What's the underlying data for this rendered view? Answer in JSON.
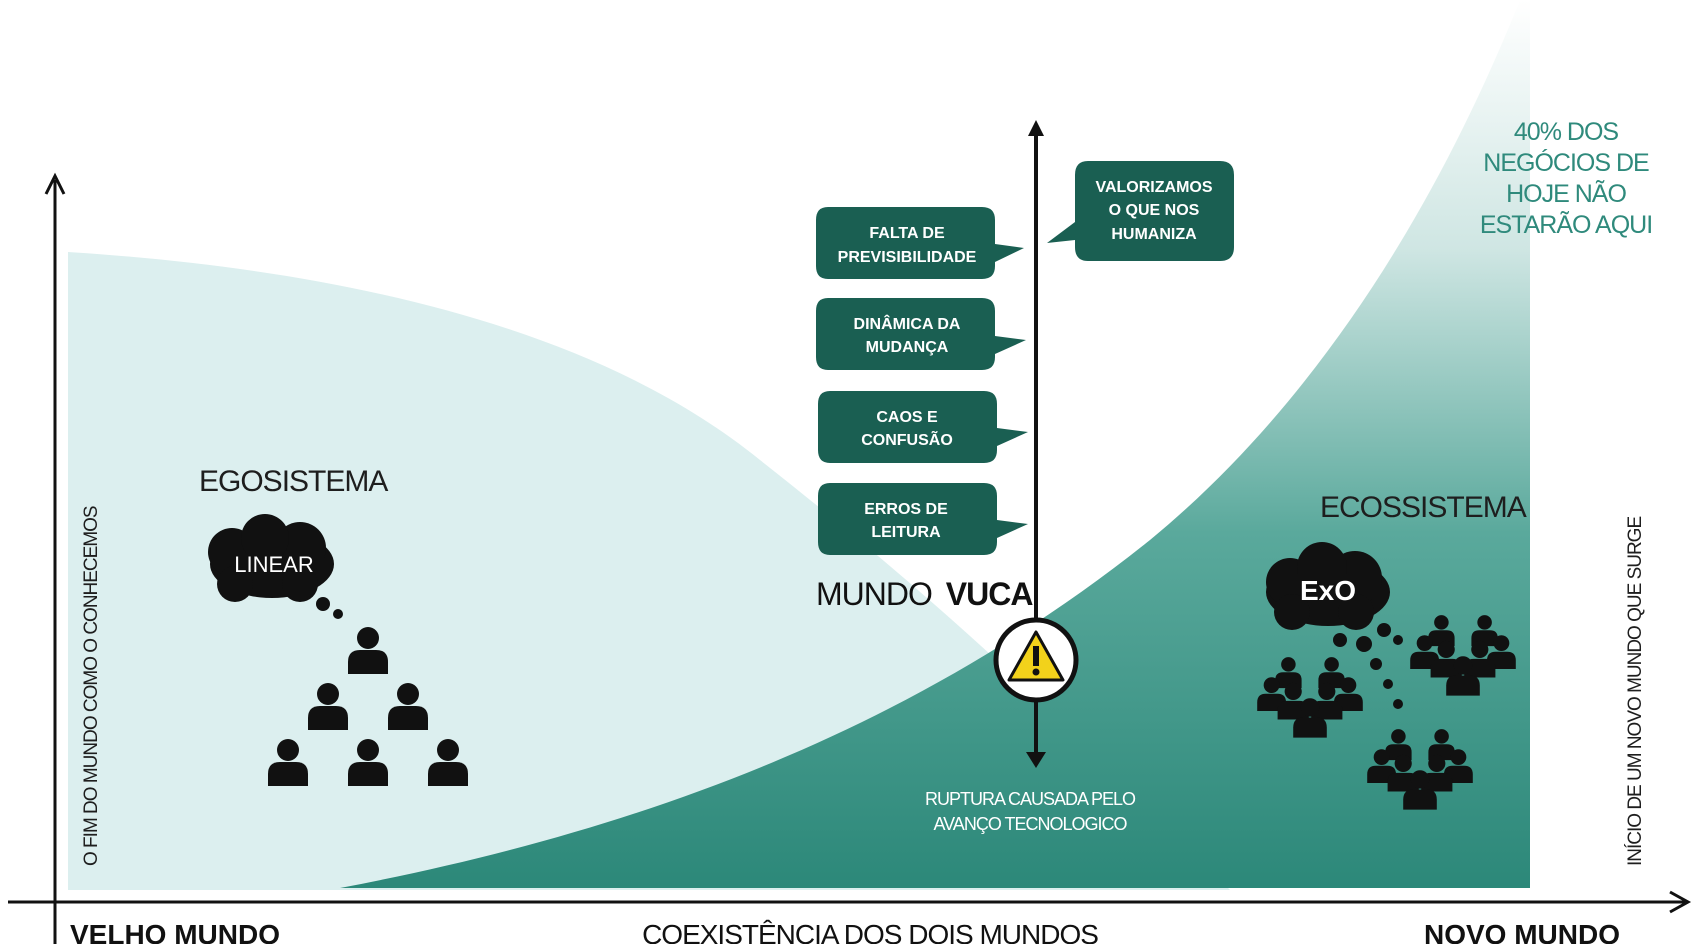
{
  "labels": {
    "left_axis": "O FIM DO MUNDO COMO O CONHECEMOS",
    "right_axis": "INÍCIO DE UM NOVO MUNDO QUE SURGE",
    "bottom_left": "VELHO MUNDO",
    "bottom_center": "COEXISTÊNCIA DOS DOIS MUNDOS",
    "bottom_right": "NOVO MUNDO",
    "egosistema": "EGOSISTEMA",
    "ecossistema": "ECOSSISTEMA",
    "mundo": "MUNDO",
    "vuca": "VUCA",
    "ruptura_line1": "RUPTURA CAUSADA PELO",
    "ruptura_line2": "AVANÇO TECNOLOGICO",
    "stat_lines": [
      "40% DOS",
      "NEGÓCIOS DE",
      "HOJE  NÃO",
      "ESTARÃO AQUI"
    ],
    "linear_cloud": "LINEAR",
    "exo_cloud": "ExO"
  },
  "bubbles_left": [
    {
      "line1": "FALTA DE",
      "line2": "PREVISIBILIDADE"
    },
    {
      "line1": "DINÂMICA DA",
      "line2": "MUDANÇA"
    },
    {
      "line1": "CAOS E",
      "line2": "CONFUSÃO"
    },
    {
      "line1": "ERROS DE",
      "line2": "LEITURA"
    }
  ],
  "bubble_right": {
    "line1": "VALORIZAMOS",
    "line2": "O QUE NOS",
    "line3": "HUMANIZA"
  },
  "icons": {
    "warning": "warning-icon",
    "people": "person-icon",
    "groups": "people-group-icon"
  },
  "colors": {
    "light_area": "#dcefef",
    "teal_dark": "#2f8a7c",
    "teal_light": "#d8edeb",
    "bubble": "#1a5f52",
    "stat_text": "#2f8a7c",
    "warning": "#f2d21b"
  }
}
